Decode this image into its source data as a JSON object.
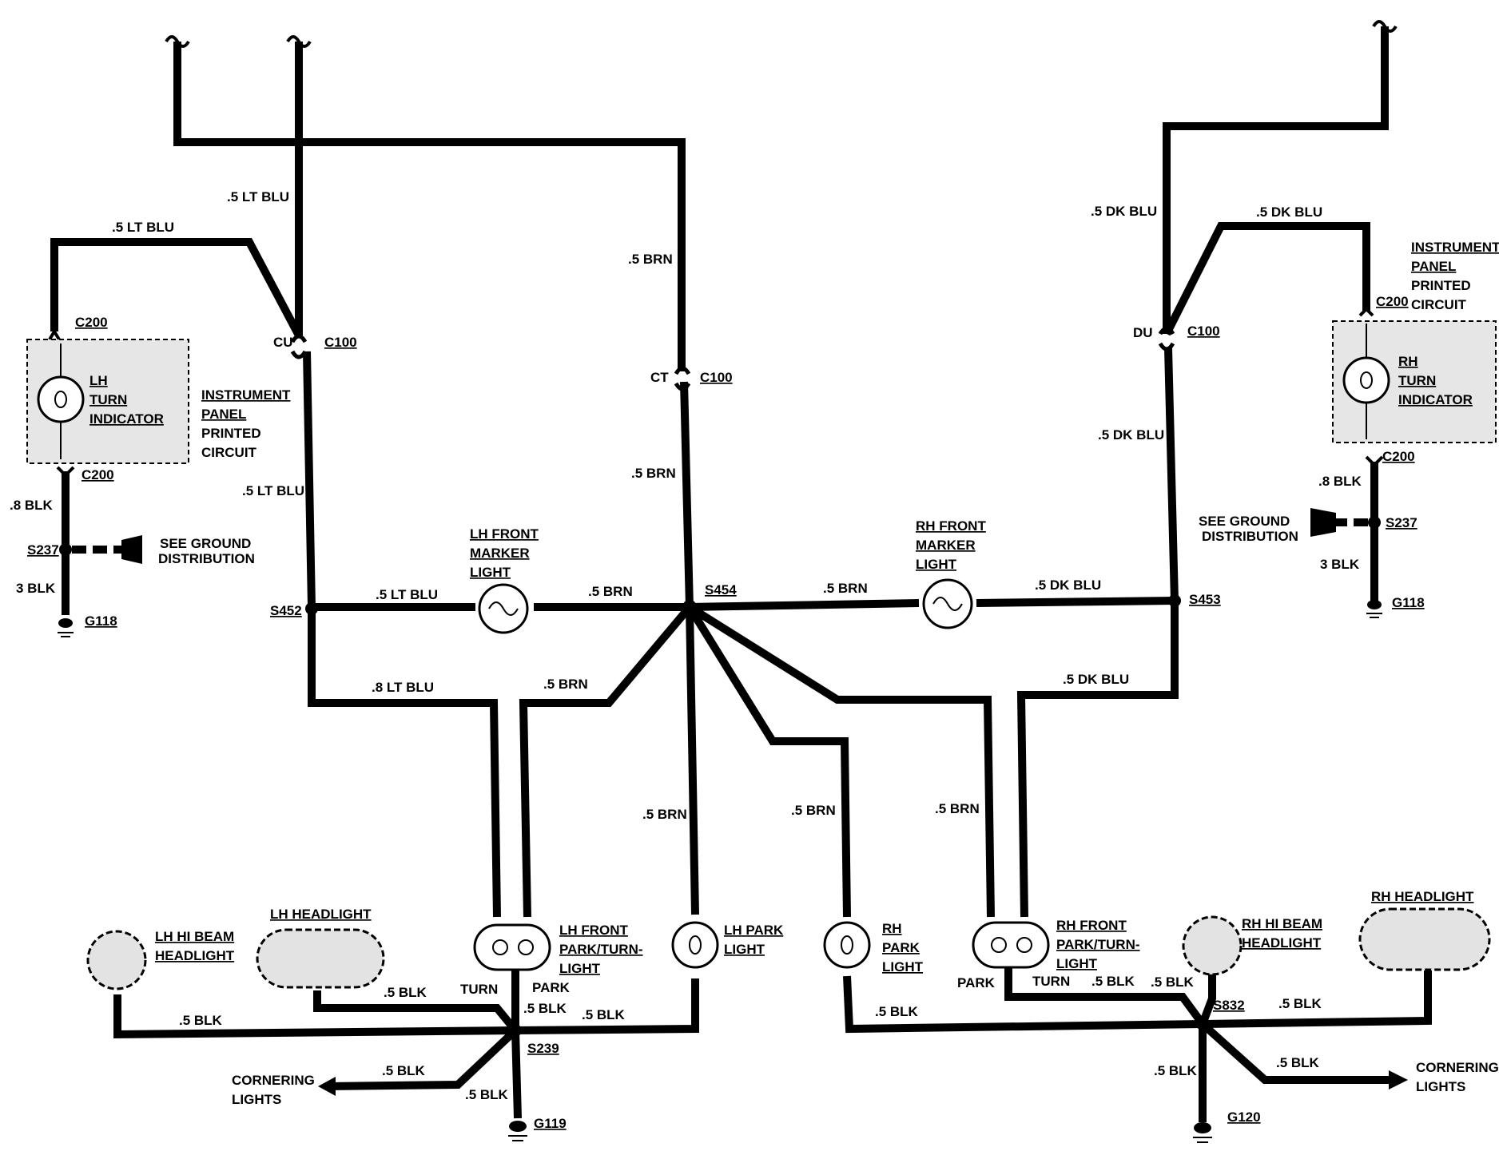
{
  "labels": {
    "w_lt_blu_top": ".5 LT BLU",
    "w_lt_blu_left": ".5 LT BLU",
    "w_lt_blu_mid": ".5 LT BLU",
    "w_lt_blu_s452": ".5 LT BLU",
    "w_lt_blu_8": ".8 LT BLU",
    "w_brn_top": ".5 BRN",
    "w_brn_mid": ".5 BRN",
    "w_brn_marker": ".5 BRN",
    "w_brn_lhpark_feed": ".5 BRN",
    "w_brn_lhpark": ".5 BRN",
    "w_brn_rhpark": ".5 BRN",
    "w_brn_rhfront": ".5 BRN",
    "w_brn_rhmarker": ".5 BRN",
    "w_dk_blu_top": ".5 DK BLU",
    "w_dk_blu_right": ".5 DK BLU",
    "w_dk_blu_mid": ".5 DK BLU",
    "w_dk_blu_marker": ".5 DK BLU",
    "w_dk_blu_low": ".5 DK BLU",
    "w_8_blk_left": ".8 BLK",
    "w_3_blk_left": "3 BLK",
    "w_8_blk_right": ".8 BLK",
    "w_3_blk_right": "3 BLK",
    "w_blk_lhhi": ".5 BLK",
    "w_blk_lhhead": ".5 BLK",
    "w_blk_lhpark_turn": ".5 BLK",
    "w_blk_lhpark": ".5 BLK",
    "w_blk_corner_l": ".5 BLK",
    "w_blk_g119": ".5 BLK",
    "w_blk_rhpark": ".5 BLK",
    "w_blk_rhturn": ".5 BLK",
    "w_blk_rhhi": ".5 BLK",
    "w_blk_rhhead": ".5 BLK",
    "w_blk_corner_r": ".5 BLK",
    "w_blk_g120": ".5 BLK",
    "c200_lh_top": "C200",
    "c200_lh_bot": "C200",
    "c200_rh_top": "C200",
    "c200_rh_bot": "C200",
    "cu": "CU",
    "c100_cu": "C100",
    "ct": "CT",
    "c100_ct": "C100",
    "du": "DU",
    "c100_du": "C100",
    "s237_l": "S237",
    "s237_r": "S237",
    "g118_l": "G118",
    "g118_r": "G118",
    "s452": "S452",
    "s454": "S454",
    "s453": "S453",
    "s239": "S239",
    "s832": "S832",
    "g119": "G119",
    "g120": "G120",
    "see_ground_l_1": "SEE GROUND",
    "see_ground_l_2": "DISTRIBUTION",
    "see_ground_r_1": "SEE GROUND",
    "see_ground_r_2": "DISTRIBUTION",
    "ipc_l_1": "INSTRUMENT",
    "ipc_l_2": "PANEL",
    "ipc_l_3": "PRINTED",
    "ipc_l_4": "CIRCUIT",
    "ipc_r_1": "INSTRUMENT",
    "ipc_r_2": "PANEL",
    "ipc_r_3": "PRINTED",
    "ipc_r_4": "CIRCUIT",
    "lh_turn_1": "LH",
    "lh_turn_2": "TURN",
    "lh_turn_3": "INDICATOR",
    "rh_turn_1": "RH",
    "rh_turn_2": "TURN",
    "rh_turn_3": "INDICATOR",
    "lh_marker_1": "LH FRONT",
    "lh_marker_2": "MARKER",
    "lh_marker_3": "LIGHT",
    "rh_marker_1": "RH FRONT",
    "rh_marker_2": "MARKER",
    "rh_marker_3": "LIGHT",
    "lh_hi_1": "LH HI BEAM",
    "lh_hi_2": "HEADLIGHT",
    "lh_head": "LH HEADLIGHT",
    "lh_front_1": "LH FRONT",
    "lh_front_2": "PARK/TURN-",
    "lh_front_3": "LIGHT",
    "lh_park_1": "LH PARK",
    "lh_park_2": "LIGHT",
    "rh_park_1": "RH",
    "rh_park_2": "PARK",
    "rh_park_3": "LIGHT",
    "rh_front_1": "RH FRONT",
    "rh_front_2": "PARK/TURN-",
    "rh_front_3": "LIGHT",
    "rh_hi_1": "RH HI BEAM",
    "rh_hi_2": "HEADLIGHT",
    "rh_head": "RH HEADLIGHT",
    "turn_l": "TURN",
    "park_l": "PARK",
    "park_r": "PARK",
    "turn_r": "TURN",
    "corner_l_1": "CORNERING",
    "corner_l_2": "LIGHTS",
    "corner_r_1": "CORNERING",
    "corner_r_2": "LIGHTS"
  }
}
